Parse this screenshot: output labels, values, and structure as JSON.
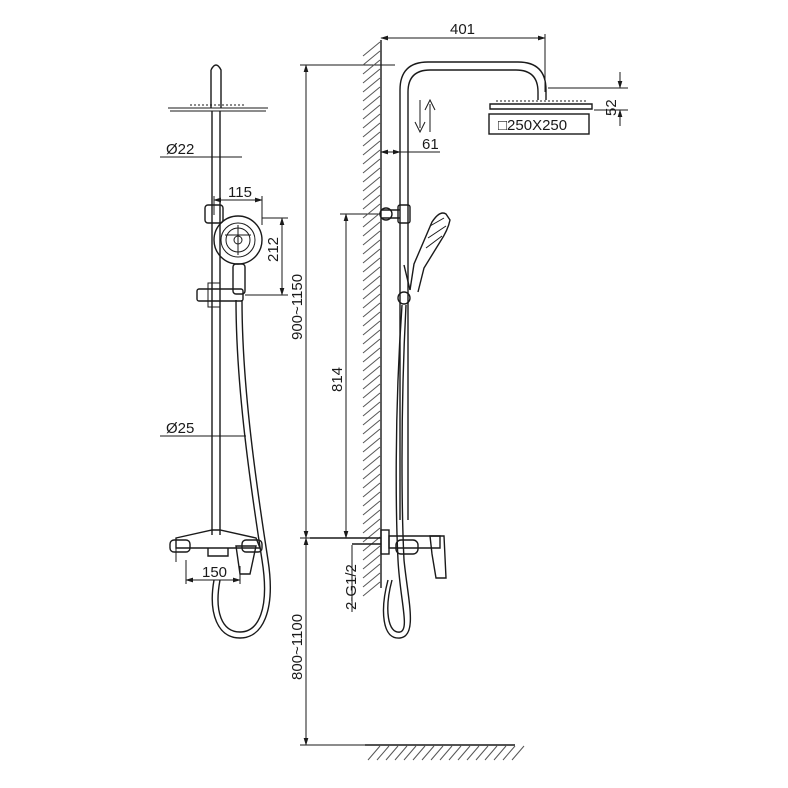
{
  "dimensions": {
    "top_width": "401",
    "head_height": "52",
    "head_size": "□250X250",
    "wall_offset": "61",
    "pipe_top_dia": "Ø22",
    "handheld_width": "115",
    "handheld_height": "212",
    "column_height": "900~1150",
    "bracket_height": "814",
    "pipe_dia": "Ø25",
    "mixer_width": "150",
    "inlet_thread": "2-G1/2",
    "floor_height": "800~1100"
  }
}
